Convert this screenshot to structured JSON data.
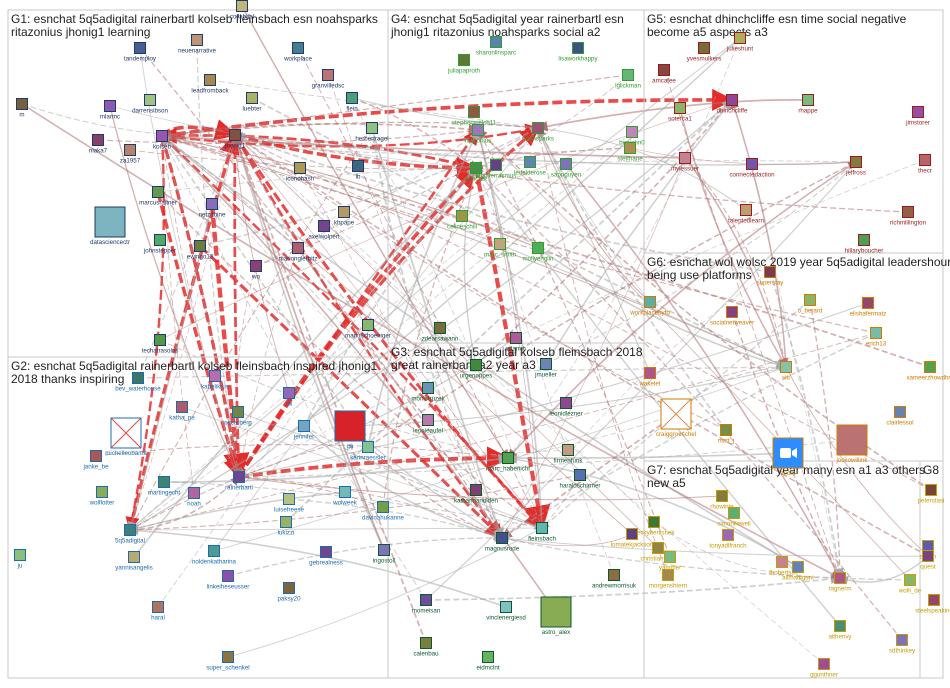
{
  "groups": [
    {
      "id": "G1",
      "title_lines": [
        "G1: esnchat 5q5adigital rainerbartl kolseb fleinsbach esn noahsparks",
        "ritazonius jhonig1 learning"
      ],
      "color": "#1f3a6b"
    },
    {
      "id": "G2",
      "title_lines": [
        "G2: esnchat 5q5adigital rainerbartl kolseb fleinsbach inspired jhonig1",
        "2018 thanks inspiring"
      ],
      "color": "#1a6bb0"
    },
    {
      "id": "G3",
      "title_lines": [
        "G3: esnchat 5q5adigital kolseb fleinsbach 2018",
        "great rainerbartl a2 year a3"
      ],
      "color": "#0b5a2c"
    },
    {
      "id": "G4",
      "title_lines": [
        "G4: esnchat 5q5adigital year rainerbartl esn",
        "jhonig1 ritazonius noahsparks social a2"
      ],
      "color": "#2e9e2e"
    },
    {
      "id": "G5",
      "title_lines": [
        "G5: esnchat dhinchcliffe esn time social negative",
        "become a5 aspects a3"
      ],
      "color": "#9b1b1b"
    },
    {
      "id": "G6",
      "title_lines": [
        "G6: esnchat wol wolsc 2019 year 5q5adigital leadershour",
        "being use platforms"
      ],
      "color": "#d07a00"
    },
    {
      "id": "G7",
      "title_lines": [
        "G7: esnchat 5q5adigital year many esn a1 a3 others",
        "new a5"
      ],
      "color": "#c79a00"
    },
    {
      "id": "G8",
      "title_lines": [
        "G8"
      ],
      "color": "#c7a000"
    }
  ],
  "nodes": {
    "G1": [
      "m",
      "mlarmc",
      "nlaka7",
      "za1957",
      "tandemploy",
      "neuenarrative",
      "leadfromback",
      "darrensibson",
      "kolseb",
      "jhonig1",
      "luebter",
      "workplace",
      "granvilledsc",
      "flein",
      "herbertragel",
      "iconohash",
      "ib",
      "khpape",
      "axelwolpert",
      "netzabine",
      "marcusraitner",
      "datasciencectr",
      "johnstepper",
      "ewingo13",
      "marionglerbitz",
      "wo",
      "manuschoeniger",
      "techatrasolns",
      "collabital"
    ],
    "G2": [
      "bev_waterhouse",
      "katha_pe",
      "oscarberg",
      "rai",
      "michelleobama",
      "jennifer",
      "ga",
      "karinraessler",
      "janke_be",
      "martingecht",
      "noah",
      "rainerbartl",
      "wolweek",
      "davinahukanne",
      "luisefreese",
      "wolflotter",
      "5q5adigital",
      "lukizzi",
      "gebrealness",
      "yannisangelis",
      "noldenkatharina",
      "ju",
      "linkeiheseusser",
      "paksy20",
      "haral",
      "super_schenkel",
      "kabelikrus"
    ],
    "G3": [
      "zdearsawann",
      "vitamin",
      "urgenoppes",
      "monistruzek",
      "leonidlezner",
      "leonieaufel",
      "marc_habenicht",
      "firmenfunk",
      "haraldschirmer",
      "katharinanolden",
      "fleinsbach",
      "magnusrode",
      "ingostoll",
      "momeisan",
      "vinclenergiesd",
      "astro_alex",
      "calenbau",
      "eidmclnt",
      "andrewmorrisuk",
      "jmueller"
    ],
    "G4": [
      "juliapaproth",
      "sharonlinsparc",
      "lisaworkhappy",
      "lglickman",
      "stephenwelch11",
      "ritazonius",
      "noahsparks",
      "benjohn0",
      "steffhane",
      "jenniferrasmus",
      "ledelderose",
      "esnchat",
      "sapnguyen",
      "celineschill",
      "marc_smith",
      "mollyenglin"
    ],
    "G5": [
      "yvesmulkers",
      "julieshunt",
      "amcafee",
      "soterca1",
      "dhinchcliffe",
      "rhappe",
      "jimstorer",
      "mylessuer",
      "connectedaction",
      "jeffross",
      "thecr",
      "richmillington",
      "talentedlearn",
      "hillaryboucher"
    ],
    "G6": [
      "superstay",
      "workplacebyfb",
      "socialnetweaver",
      "o_berard",
      "elishafermatz",
      "erich13",
      "xameerzhowdhry",
      "sitt",
      "wakelet",
      "craiggroeschel",
      "clairlessol",
      "matt_j",
      "jockowillink",
      "zoom"
    ],
    "G7": [
      "beckybenishek",
      "simonlleweli",
      "lomatekjackson",
      "tonyadlfranch",
      "christiantrattl",
      "yammer",
      "morgenshtern",
      "fhoberts3",
      "ragnerm",
      "rhowinte",
      "allmadigunt",
      "aithenvy",
      "sdthinkey",
      "ggunthner"
    ],
    "G8": [
      "peterstasi",
      "dusan",
      "quest",
      "wolli_de",
      "steelspeaking"
    ]
  },
  "edge_colors": {
    "heavy": "#e52a2a",
    "medium": "#b07070",
    "light": "#a8a8a8"
  }
}
